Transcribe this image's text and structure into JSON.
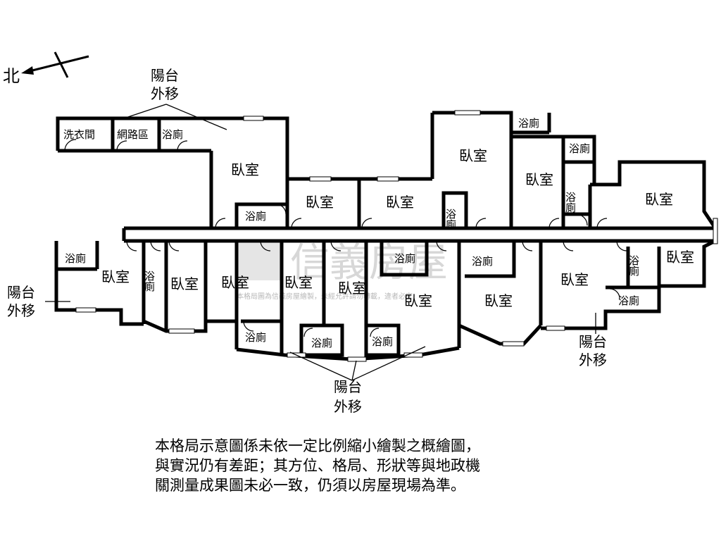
{
  "north_label": "北",
  "balcony_note": "陽台\n外移",
  "rooms": {
    "laundry": "洗衣間",
    "network": "網路區",
    "bath": "浴廁",
    "bedroom": "臥室"
  },
  "watermark": {
    "brand": "信義房屋",
    "caption": "本格局圖為信義房屋繪製，未經允許請勿轉載，違者必究"
  },
  "disclaimer": [
    "本格局示意圖係未依一定比例縮小繪製之概繪圖，",
    "與實況仍有差距；其方位、格局、形狀等與地政機",
    "關測量成果圖未必一致，仍須以房屋現場為準。"
  ]
}
